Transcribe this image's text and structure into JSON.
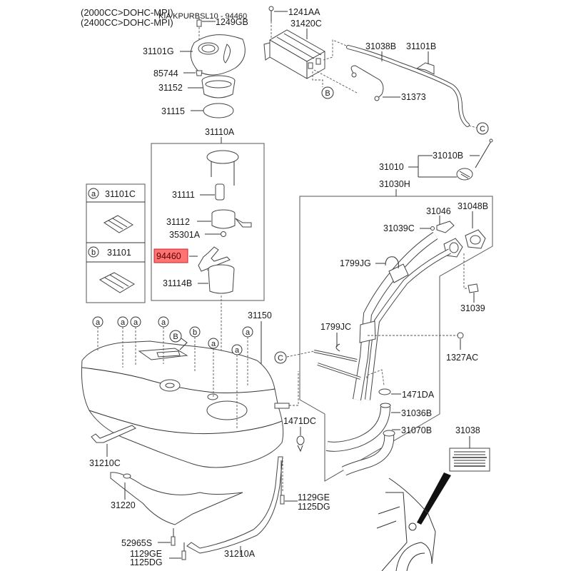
{
  "header": {
    "engine_line_1": "(2000CC>DOHC-MPI)",
    "engine_line_2": "(2400CC>DOHC-MPI)",
    "overlay_text": "KIA KPURBSL10 - 94460"
  },
  "highlight": {
    "part_number": "94460",
    "color": "#ff5a5a"
  },
  "legend": [
    {
      "marker": "a",
      "part": "31101C"
    },
    {
      "marker": "b",
      "part": "31101"
    }
  ],
  "markers": {
    "a": "a",
    "b": "b",
    "B": "B",
    "C": "C"
  },
  "callouts": {
    "p1241AA": "1241AA",
    "p31420C": "31420C",
    "p1249GB": "1249GB",
    "p31101G": "31101G",
    "p85744": "85744",
    "p31152": "31152",
    "p31115": "31115",
    "p31038B": "31038B",
    "p31101B": "31101B",
    "p31373": "31373",
    "p31110A": "31110A",
    "p31111": "31111",
    "p31112": "31112",
    "p35301A": "35301A",
    "p94460": "94460",
    "p31114B": "31114B",
    "p31010B": "31010B",
    "p31010": "31010",
    "p31030H": "31030H",
    "p31046": "31046",
    "p31048B": "31048B",
    "p31039C": "31039C",
    "p1799JG": "1799JG",
    "p31039": "31039",
    "p1799JC": "1799JC",
    "p1327AC": "1327AC",
    "p31150": "31150",
    "p1471DA": "1471DA",
    "p31036B": "31036B",
    "p31070B": "31070B",
    "p1471DC": "1471DC",
    "p31038": "31038",
    "p31210C": "31210C",
    "p31220": "31220",
    "p1129GE_a": "1129GE",
    "p1125DG_a": "1125DG",
    "p52965S": "52965S",
    "p1129GE_b": "1129GE",
    "p1125DG_b": "1125DG",
    "p31210A": "31210A"
  }
}
